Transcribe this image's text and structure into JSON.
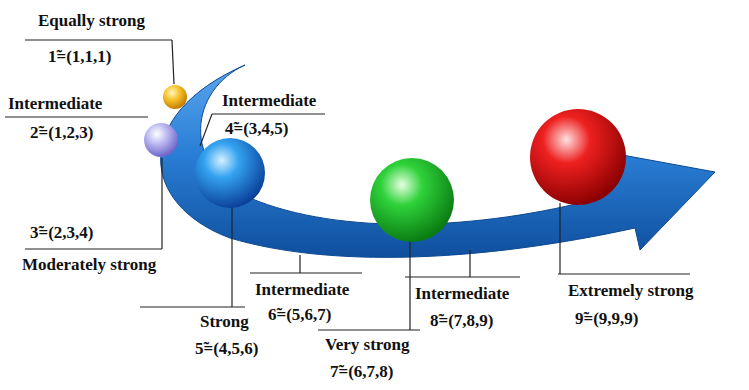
{
  "diagram": {
    "labels": [
      "Equally strong",
      "1̃=(1,1,1)",
      "Intermediate",
      "2̃=(1,2,3)",
      "Intermediate",
      "4̃=(3,4,5)",
      "3̃=(2,3,4)",
      "Moderately strong",
      "Intermediate",
      "6̃=(5,6,7)",
      "Intermediate",
      "8̃=(7,8,9)",
      "Extremely strong",
      "9̃=(9,9,9)",
      "Strong",
      "5̃=(4,5,6)",
      "Very strong",
      "7̃=(6,7,8)"
    ]
  }
}
